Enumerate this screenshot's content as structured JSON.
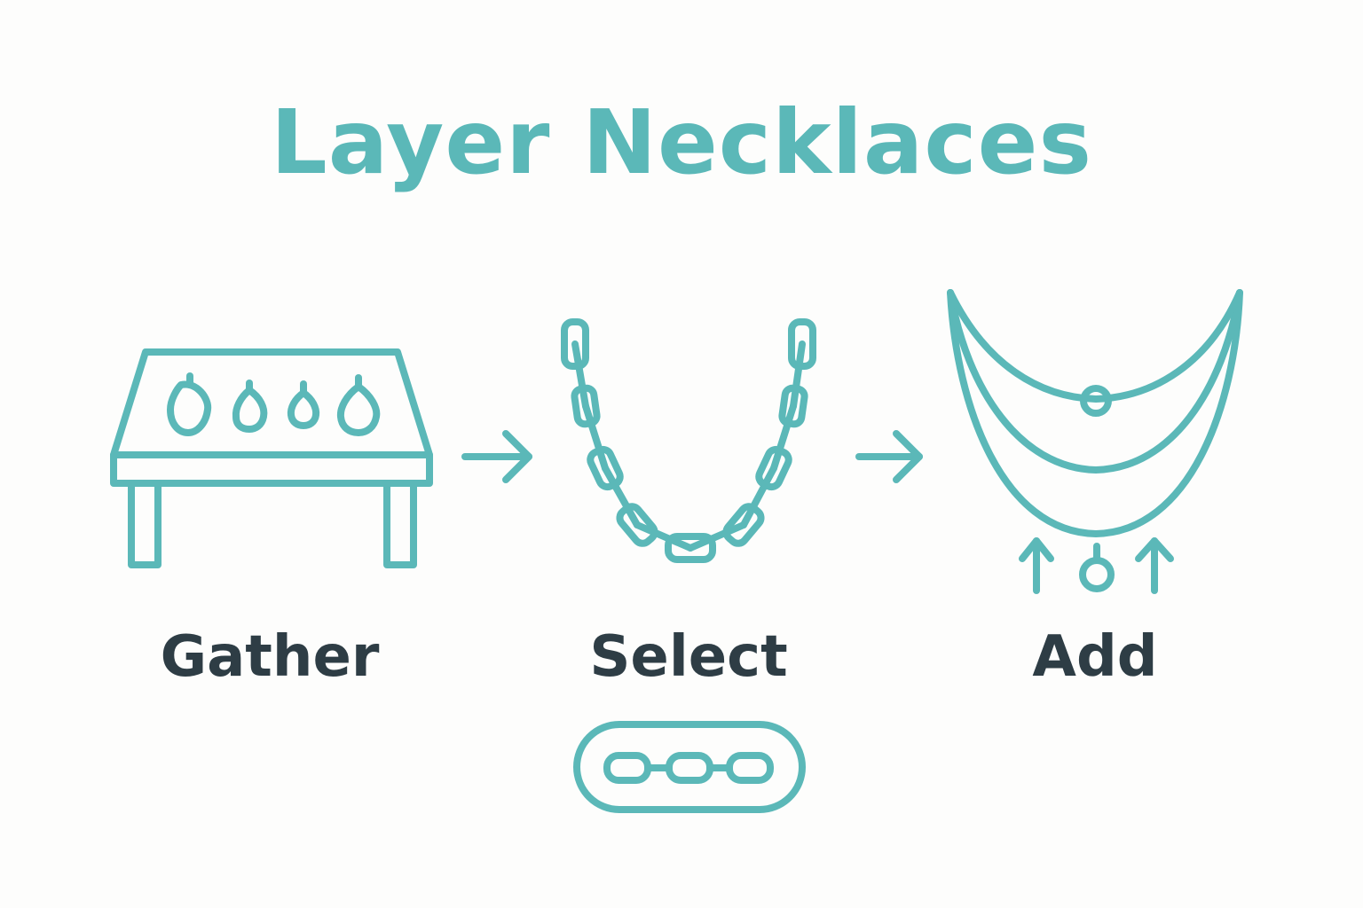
{
  "title": "Layer Necklaces",
  "steps": [
    {
      "label": "Gather",
      "icon": "jewelry-table-icon"
    },
    {
      "label": "Select",
      "icon": "chain-necklace-icon"
    },
    {
      "label": "Add",
      "icon": "layered-necklaces-icon"
    }
  ],
  "extra_icon": "chain-link-badge-icon",
  "colors": {
    "accent": "#5bb8b8",
    "text": "#2e3d45",
    "background": "#fdfdfc"
  }
}
